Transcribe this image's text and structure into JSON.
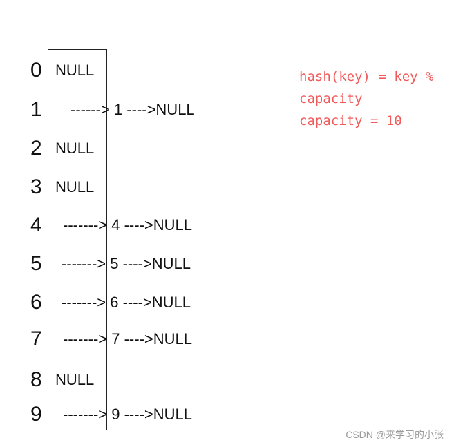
{
  "rows": [
    {
      "index": "0",
      "cell": "NULL"
    },
    {
      "index": "1",
      "cell": "",
      "chain": "------> 1 ---->NULL"
    },
    {
      "index": "2",
      "cell": "NULL"
    },
    {
      "index": "3",
      "cell": "NULL"
    },
    {
      "index": "4",
      "cell": "",
      "chain": "-------> 4 ---->NULL"
    },
    {
      "index": "5",
      "cell": "",
      "chain": "-------> 5 ---->NULL"
    },
    {
      "index": "6",
      "cell": "",
      "chain": "-------> 6 ---->NULL"
    },
    {
      "index": "7",
      "cell": "",
      "chain": "-------> 7 ---->NULL"
    },
    {
      "index": "8",
      "cell": "NULL"
    },
    {
      "index": "9",
      "cell": "",
      "chain": "-------> 9 ---->NULL"
    }
  ],
  "note": {
    "line1": "hash(key) = key %",
    "line2": "capacity",
    "line3": "capacity = 10"
  },
  "watermark": "CSDN @来学习的小张",
  "colors": {
    "note": "#f25a5a",
    "text": "#111111",
    "watermark": "#9a9a9a"
  }
}
